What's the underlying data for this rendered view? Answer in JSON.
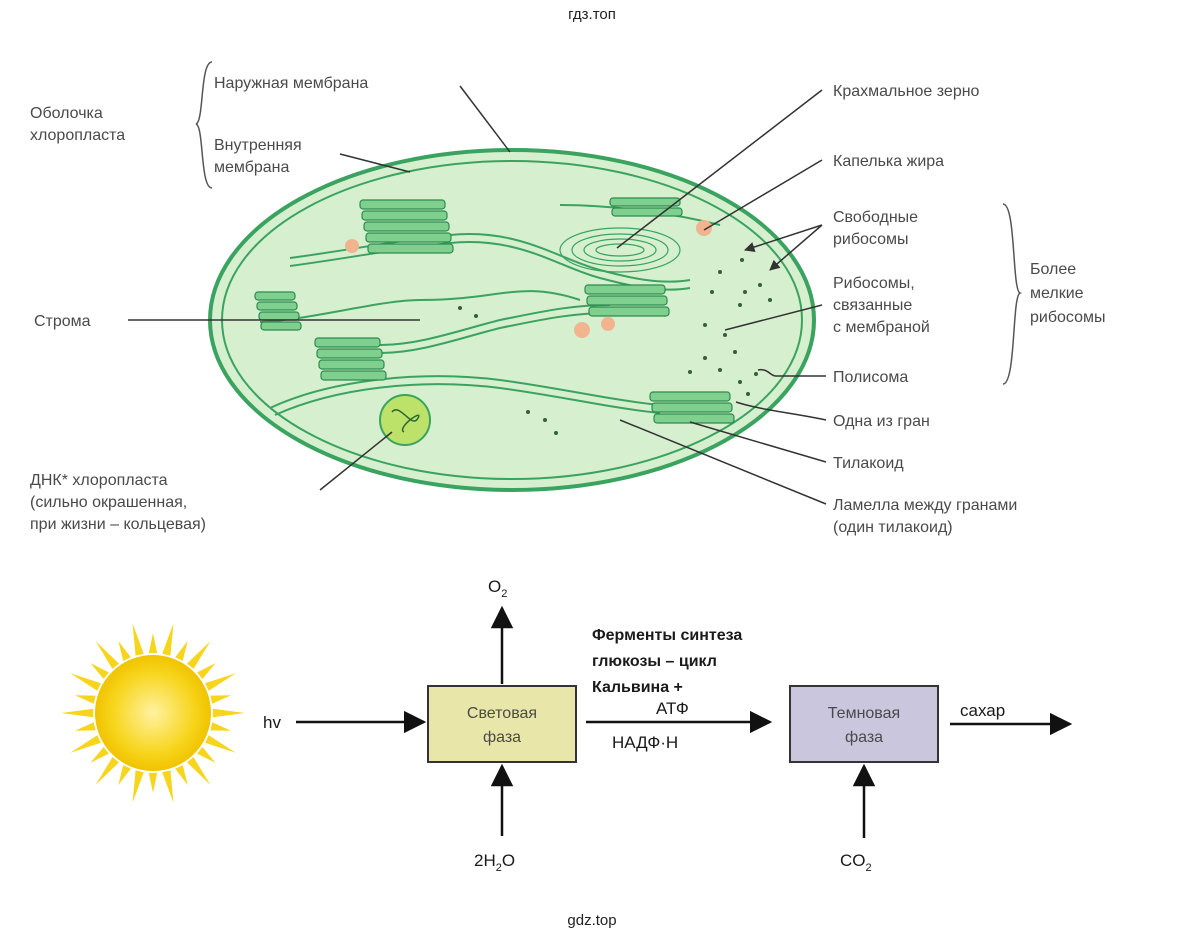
{
  "watermark_top": "гдз.топ",
  "watermark_bottom": "gdz.top",
  "chloroplast": {
    "shell_label": [
      "Оболочка",
      "хлоропласта"
    ],
    "outer_membrane": "Наружная мембрана",
    "inner_membrane": [
      "Внутренняя",
      "мембрана"
    ],
    "stroma": "Строма",
    "dna_label": [
      "ДНК* хлоропласта",
      "(сильно окрашенная,",
      "при жизни – кольцевая)"
    ],
    "starch_grain": "Крахмальное зерно",
    "fat_droplet": "Капелька жира",
    "free_ribosomes": [
      "Свободные",
      "рибосомы"
    ],
    "bound_ribosomes": [
      "Рибосомы,",
      "связанные",
      "с мембраной"
    ],
    "smaller_ribosomes": [
      "Более",
      "мелкие",
      "рибосомы"
    ],
    "polysome": "Полисома",
    "granum": "Одна из гран",
    "thylakoid": "Тилакоид",
    "lamella": [
      "Ламелла между гранами",
      "(один тилакоид)"
    ]
  },
  "scheme": {
    "light_input": "hv",
    "o2": "O",
    "o2_sub": "2",
    "water_pre": "2H",
    "water_sub": "2",
    "water_post": "O",
    "light_phase": [
      "Световая",
      "фаза"
    ],
    "dark_phase": [
      "Темновая",
      "фаза"
    ],
    "enzymes": [
      "Ферменты синтеза",
      "глюкозы – цикл",
      "Кальвина +"
    ],
    "atp": "АТФ",
    "nadph": "НАДФ·Н",
    "co2": "CO",
    "co2_sub": "2",
    "sugar": "сахар",
    "colors": {
      "light_box": "#e8e6a8",
      "dark_box": "#c9c6de",
      "sun": "#f7d51d",
      "chloroplast_fill": "#d6efcf",
      "membrane": "#3aa35f"
    }
  }
}
